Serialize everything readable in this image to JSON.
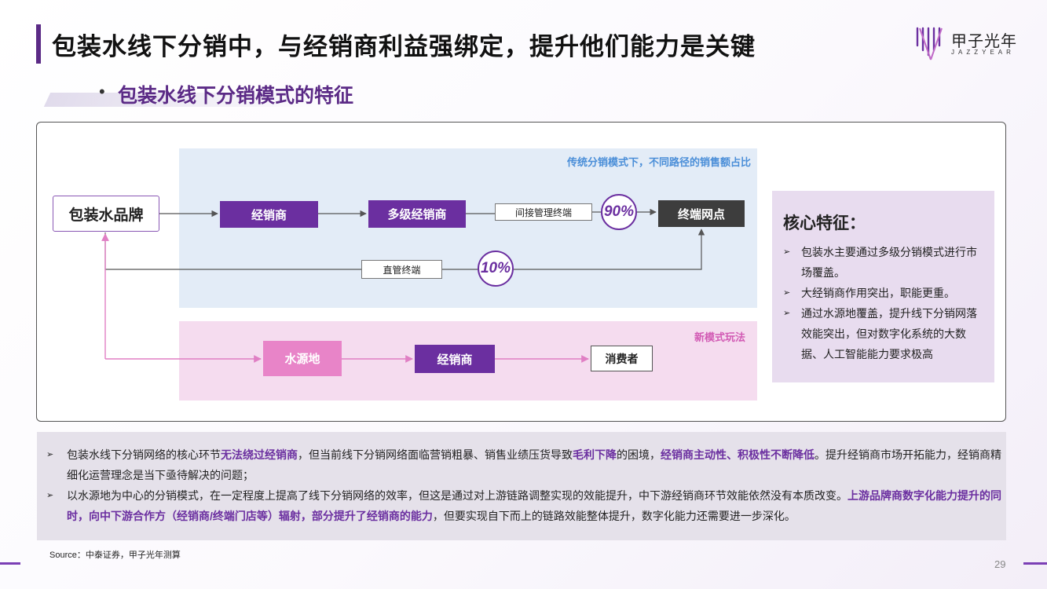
{
  "header": {
    "title": "包装水线下分销中，与经销商利益强绑定，提升他们能力是关键",
    "subtitle": "包装水线下分销模式的特征",
    "bullet": "•"
  },
  "logo": {
    "name_cn": "甲子光年",
    "name_en": "JAZZYEAR"
  },
  "diagram": {
    "traditional_caption": "传统分销模式下，不同路径的销售额占比",
    "new_caption": "新模式玩法",
    "brand": "包装水品牌",
    "dealer": "经销商",
    "multi_dealer": "多级经销商",
    "indirect_label": "间接管理终端",
    "indirect_share": "90%",
    "terminal": "终端网点",
    "direct_label": "直管终端",
    "direct_share": "10%",
    "water_source": "水源地",
    "dealer_new": "经销商",
    "consumer": "消费者"
  },
  "core_features": {
    "title": "核心特征：",
    "marker": "➢",
    "items": [
      "包装水主要通过多级分销模式进行市场覆盖。",
      "大经销商作用突出，职能更重。",
      "通过水源地覆盖，提升线下分销网落效能突出，但对数字化系统的大数据、人工智能能力要求极高"
    ]
  },
  "summary": {
    "marker": "➢",
    "p1": {
      "a": "包装水线下分销网络的核心环节",
      "b": "无法绕过经销商",
      "c": "，但当前线下分销网络面临营销粗暴、销售业绩压货导致",
      "d": "毛利下降",
      "e": "的困境，",
      "f": "经销商主动性、积极性不断降低",
      "g": "。提升经销商市场开拓能力，经销商精细化运营理念是当下亟待解决的问题；"
    },
    "p2": {
      "a": "以水源地为中心的分销模式，在一定程度上提高了线下分销网络的效率，但这是通过对上游链路调整实现的效能提升，中下游经销商环节效能依然没有本质改变。",
      "b": "上游品牌商数字化能力提升的同时，向中下游合作方（经销商/终端门店等）辐射，部分提升了经销商的能力",
      "c": "，但要实现自下而上的链路效能整体提升，数字化能力还需要进一步深化。"
    }
  },
  "footer": {
    "source": "Source：中泰证券，甲子光年测算",
    "page": "29"
  },
  "colors": {
    "primary": "#6b2fa0",
    "title_bar": "#5b2a86",
    "traditional_zone": "#e3ecf7",
    "new_zone": "#f5dcef",
    "water_node": "#e884c8",
    "terminal_node": "#3d3d3d",
    "core_panel": "#e8dcef",
    "summary_panel": "#e5e1ea"
  }
}
